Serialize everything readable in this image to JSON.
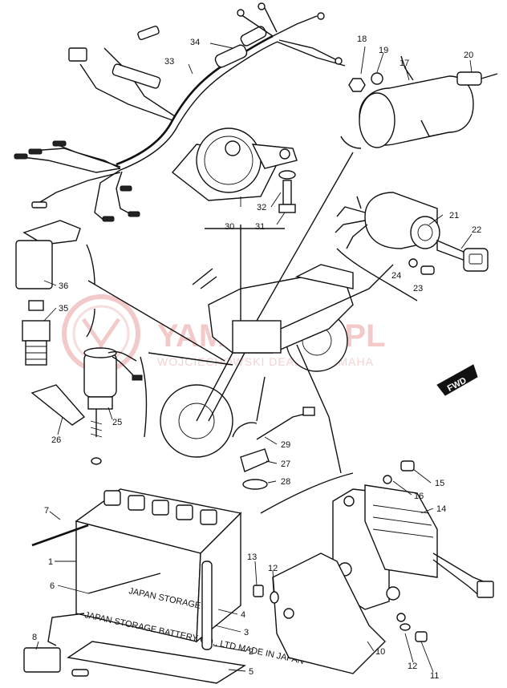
{
  "watermark": {
    "brand": "YAMASHOP.PL",
    "tagline": "WOJCIECHOWSKI DEALER YAMAHA",
    "accent_color": "#e8a0a0"
  },
  "forward_marker": "FWD",
  "callouts": {
    "c1": "1",
    "c2": "2",
    "c3": "3",
    "c4": "4",
    "c5": "5",
    "c6": "6",
    "c7": "7",
    "c8": "8",
    "c10": "10",
    "c11": "11",
    "c12a": "12",
    "c12b": "12",
    "c13": "13",
    "c14": "14",
    "c15": "15",
    "c16": "16",
    "c17": "17",
    "c18": "18",
    "c19": "19",
    "c20": "20",
    "c21": "21",
    "c22": "22",
    "c23": "23",
    "c24": "24",
    "c25": "25",
    "c26": "26",
    "c27": "27",
    "c28": "28",
    "c29": "29",
    "c30": "30",
    "c31": "31",
    "c32": "32",
    "c33": "33",
    "c34": "34",
    "c35": "35",
    "c36": "36"
  },
  "battery_labels": {
    "top": "JAPAN STORAGE",
    "front": "JAPAN STORAGE BATTERY CO., LTD   MADE IN JAPAN"
  }
}
